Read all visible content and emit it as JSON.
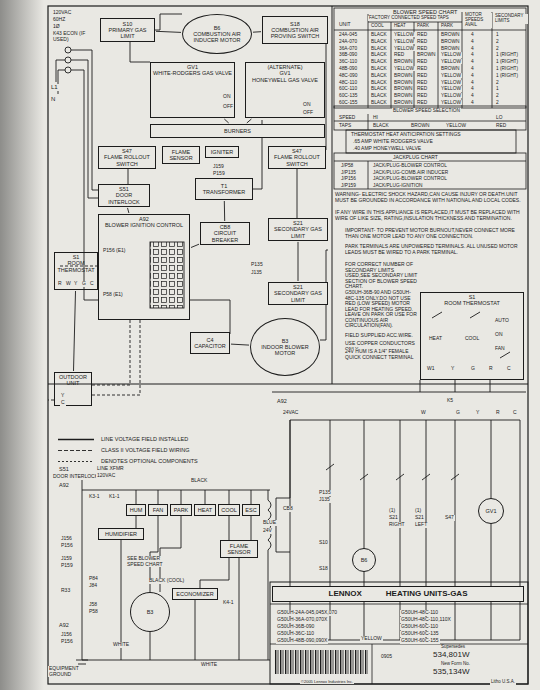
{
  "diagram": {
    "nodes": [
      {
        "text": [
          "S10",
          "PRIMARY GAS LIMIT"
        ]
      },
      {
        "text": [
          "B6",
          "COMBUSTION AIR INDUCER MOTOR"
        ]
      },
      {
        "text": [
          "S18",
          "COMBUSTION AIR PROVING SWITCH"
        ]
      },
      {
        "text": [
          "GV1",
          "WHITE-RODGERS GAS VALVE"
        ]
      },
      {
        "text": [
          "(ALTERNATE)",
          "GV1",
          "HONEYWELL GAS VALVE"
        ]
      },
      {
        "text": [
          "BURNERS"
        ]
      },
      {
        "text": [
          "S47",
          "FLAME ROLLOUT SWITCH"
        ]
      },
      {
        "text": [
          "FLAME SENSOR"
        ]
      },
      {
        "text": [
          "IGNITER"
        ]
      },
      {
        "text": [
          "S47",
          "FLAME ROLLOUT SWITCH"
        ]
      },
      {
        "text": [
          "S51",
          "DOOR INTERLOCK"
        ]
      },
      {
        "text": [
          "T1",
          "TRANSFORMER"
        ]
      },
      {
        "text": [
          "A92",
          "BLOWER IGNITION CONTROL"
        ]
      },
      {
        "text": [
          "CB8",
          "CIRCUIT BREAKER"
        ]
      },
      {
        "text": [
          "S21",
          "SECONDARY GAS LIMIT"
        ]
      },
      {
        "text": [
          "S21",
          "SECONDARY GAS LIMIT"
        ]
      },
      {
        "text": [
          "C4",
          "CAPACITOR"
        ]
      },
      {
        "text": [
          "B3",
          "INDOOR BLOWER MOTOR"
        ]
      },
      {
        "text": [
          "S1",
          "ROOM THERMOSTAT"
        ]
      },
      {
        "text": [
          "OUTDOOR UNIT"
        ]
      },
      {
        "text": [
          "S1",
          "ROOM THERMOSTAT"
        ]
      },
      {
        "text": [
          "HUMIDIFIER"
        ]
      },
      {
        "text": [
          "ECONOMIZER"
        ]
      },
      {
        "text": [
          "B3"
        ]
      },
      {
        "text": [
          "FLAME SENSOR"
        ]
      },
      {
        "text": [
          "LENNOX",
          "HEATING UNITS-GAS"
        ]
      },
      {
        "text": [
          "GV1"
        ]
      },
      {
        "text": [
          "B6"
        ]
      },
      {
        "text": [
          "HUM"
        ]
      },
      {
        "text": [
          "FAN"
        ]
      },
      {
        "text": [
          "PARK"
        ]
      },
      {
        "text": [
          "HEAT"
        ]
      },
      {
        "text": [
          "COOL"
        ]
      },
      {
        "text": [
          "ESC"
        ]
      }
    ],
    "edges": [
      {
        "from": 3,
        "to": 5,
        "arrow": "none"
      },
      {
        "from": 4,
        "to": 5,
        "arrow": "none"
      },
      {
        "from": 11,
        "to": 13,
        "arrow": "none"
      },
      {
        "from": 13,
        "to": 12,
        "arrow": "none"
      },
      {
        "from": 14,
        "to": 15,
        "arrow": "none"
      },
      {
        "from": 17,
        "to": 16,
        "arrow": "none"
      },
      {
        "from": 10,
        "to": 12,
        "arrow": "none"
      },
      {
        "from": 18,
        "to": 19,
        "arrow": "none"
      },
      {
        "from": 0,
        "to": 1,
        "arrow": "none"
      },
      {
        "from": 1,
        "to": 2,
        "arrow": "none"
      }
    ],
    "labels": [
      "120VAC",
      "60HZ",
      "1Ø",
      "K43 ECON (IF USED)",
      "L1",
      "N",
      "ON",
      "OFF",
      "ON",
      "OFF",
      "J159",
      "P159",
      "P156 (E1)",
      "P58 (E1)",
      "P135",
      "J135",
      "Y",
      "C",
      "R",
      "W",
      "Y",
      "G",
      "C",
      "S51",
      "DOOR INTERLOCK",
      "LINE XFMR",
      "120VAC",
      "A92",
      "K3-1",
      "K1-1",
      "BLACK",
      "J156",
      "P156",
      "J159",
      "P159",
      "R33",
      "P84",
      "J84",
      "J58",
      "P58",
      "A92",
      "J156",
      "P156",
      "EQUIPMENT GROUND",
      "SEE BLOWER SPEED CHART",
      "BLACK (COOL)",
      "K4-1",
      "WHITE",
      "WHITE",
      "BLUE",
      "24V",
      "A92",
      "24VAC",
      "K5",
      "W",
      "G",
      "Y",
      "R",
      "C",
      "CB8",
      "P135",
      "J135",
      "S10",
      "S18",
      "(1)",
      "S21",
      "RIGHT",
      "(1)",
      "S21",
      "LEFT",
      "S47",
      "YELLOW",
      "HEAT",
      "COOL",
      "AUTO",
      "ON",
      "FAN",
      "W1",
      "Y",
      "G",
      "R",
      "C",
      "BLOWER SPEED CHART",
      "UNIT",
      "FACTORY CONNECTED SPEED TAPS",
      "COOL",
      "HEAT",
      "PARK",
      "PARK",
      "MOTOR SPEEDS AVAIL",
      "SECONDARY LIMITS",
      "24A-045",
      "BLACK",
      "YELLOW",
      "RED",
      "BROWN",
      "4",
      "1",
      "24A-070",
      "BLACK",
      "YELLOW",
      "RED",
      "BROWN",
      "4",
      "2",
      "36A-070",
      "BLACK",
      "YELLOW",
      "RED",
      "BROWN",
      "4",
      "2",
      "36B-090",
      "BLACK",
      "RED",
      "BROWN",
      "YELLOW",
      "4",
      "1 (RIGHT)",
      "36C-110",
      "BLACK",
      "BROWN",
      "RED",
      "YELLOW",
      "4",
      "1 (RIGHT)",
      "48B-090",
      "BLACK",
      "YELLOW",
      "RED",
      "BROWN",
      "4",
      "1 (RIGHT)",
      "48C-090",
      "BLACK",
      "BROWN",
      "RED",
      "YELLOW",
      "4",
      "1 (RIGHT)",
      "48C-110",
      "BLACK",
      "BROWN",
      "RED",
      "YELLOW",
      "4",
      "2",
      "60C-110",
      "BLACK",
      "BROWN",
      "RED",
      "YELLOW",
      "4",
      "1",
      "60C-135",
      "BLACK",
      "BROWN",
      "RED",
      "YELLOW",
      "4",
      "2",
      "60C-155",
      "BLACK",
      "BROWN",
      "RED",
      "YELLOW",
      "4",
      "2",
      "BLOWER SPEED SELECTION",
      "SPEED",
      "HI",
      "LO",
      "TAPS",
      "BLACK",
      "BROWN",
      "YELLOW",
      "RED",
      "THERMOSTAT HEAT ANTICIPATION SETTINGS",
      ".65 AMP WHITE RODGERS VALVE",
      ".40 AMP HONEYWELL VALVE",
      "JACKPLUG CHART",
      "J/P58",
      "JACK/PLUG-BLOWER CONTROL",
      "J/P135",
      "JACK/PLUG-COMB.AIR INDUCER",
      "J/P156",
      "JACK/PLUG-BLOWER CONTROL",
      "J/P159",
      "JACK/PLUG-IGNITION",
      "WARNING- ELECTRIC SHOCK HAZARD,CAN CAUSE INJURY OR DEATH.UNIT MUST BE GROUNDED IN ACCORDANCE WITH NATIONAL AND LOCAL CODES.",
      "IF ANY WIRE IN THIS APPLIANCE IS REPLACED,IT MUST BE REPLACED WITH WIRE OF LIKE SIZE, RATING,INSULATION THICKNESS AND TERMINATION.",
      "IMPORTANT- TO PREVENT MOTOR BURNOUT,NEVER CONNECT MORE THAN ONE MOTOR LEAD TO ANY ONE CONNECTION.",
      "PARK TERMINALS ARE UNPOWERED TERMINALS. ALL UNUSED MOTOR LEADS MUST BE WIRED TO A PARK TERMINAL.",
      "FOR CORRECT NUMBER OF SECONDARY LIMITS USED,SEE SECONDARY LIMIT SECTION OF BLOWER SPEED CHART.",
      "G50UH-36B-90 AND G50UH-48C-135 ONLY.DO NOT USE RED (LOW SPEED) MOTOR LEAD FOR HEATING SPEED. LEAVE ON PARK OR USE FOR CONTINUOUS AIR CIRCULATION(FAN).",
      "FIELD SUPPLIED ACC.WIRE.",
      "USE COPPER CONDUCTORS ONLY.",
      "24V HUM IS A 1/4\" FEMALE QUICK CONNECT TERMINAL",
      "G50UH-24A-045,045X,070",
      "G50UH-36A-070,070X",
      "G50UH-36B-090",
      "G50UH-36C-110",
      "G50UH-48B-090,090X",
      "G50UH-48C-110",
      "G50UH-48C-110,110X",
      "G50UH-60C-110",
      "G50UH-60C-135",
      "G50UH-60C-155",
      "0905",
      "Supersedes",
      "534,801W",
      "New Form No.",
      "535,134W",
      "©2005 Lennox Industries Inc.",
      "Litho U.S.A."
    ],
    "legend": [
      {
        "text": "LINE VOLTAGE FIELD INSTALLED"
      },
      {
        "text": "CLASS II VOLTAGE FIELD WIRING"
      },
      {
        "text": "DENOTES OPTIONAL COMPONENTS"
      }
    ]
  }
}
